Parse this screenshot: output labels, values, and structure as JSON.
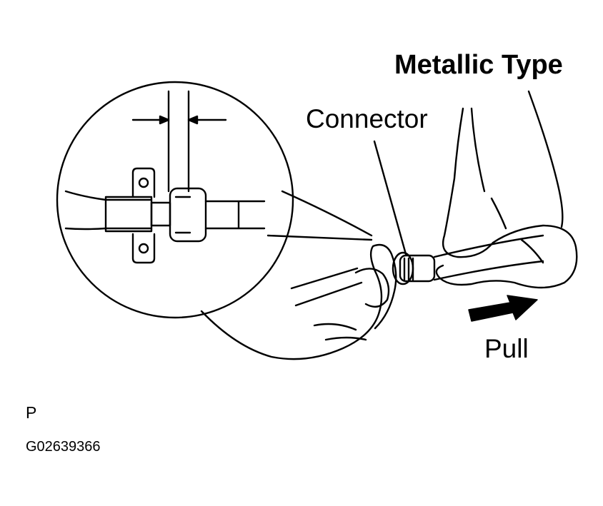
{
  "title": "Metallic Type",
  "labels": {
    "connector": "Connector",
    "pull": "Pull"
  },
  "footer": {
    "code_letter": "P",
    "figure_id": "G02639366"
  },
  "colors": {
    "line": "#000000",
    "background": "#ffffff"
  },
  "icons": {
    "pull_direction": "right-arrow"
  }
}
